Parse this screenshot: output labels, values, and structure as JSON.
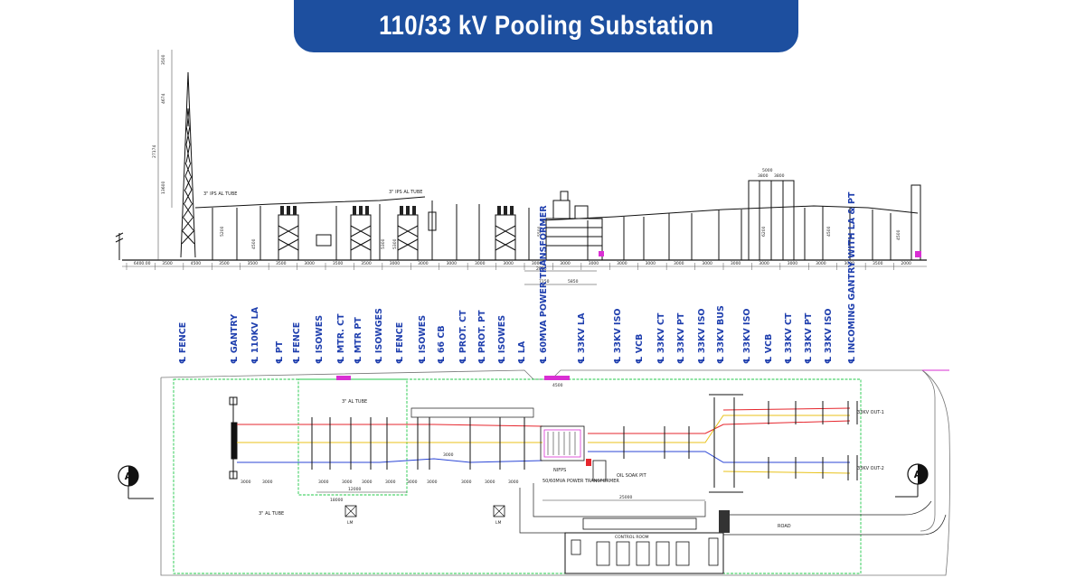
{
  "title": "110/33 kV Pooling Substation",
  "colors": {
    "banner": "#1d4f9f",
    "label": "#1f3fae",
    "fence": "#22c94a",
    "phase_red": "#e6262d",
    "phase_yellow": "#e8c21a",
    "phase_blue": "#2b46d6",
    "accent": "#d92fd3"
  },
  "elevation": {
    "tower_dims": [
      "3500",
      "4674",
      "27174",
      "13600"
    ],
    "tube_notes": [
      "3\" IPS AL TUBE",
      "3\" IPS AL TUBE"
    ],
    "gantry_dims": [
      "5000",
      "3800",
      "3800"
    ],
    "bay_dims": [
      "6400.00",
      "3500",
      "4500",
      "3500",
      "3500",
      "3500",
      "3000",
      "3500",
      "3500",
      "3000",
      "3000",
      "3000",
      "3000",
      "3000",
      "3000",
      "3000",
      "3000",
      "3000",
      "3000",
      "3000",
      "3000",
      "3000",
      "3000",
      "3000",
      "3000",
      "3000",
      "3500",
      "2000"
    ],
    "height_dims": [
      "5200",
      "5500",
      "4500",
      "5300",
      "5300",
      "6200",
      "4500",
      "4500"
    ],
    "sub_dims": [
      "2000",
      "7150",
      "5850"
    ]
  },
  "equipment_labels": [
    "℄ FENCE",
    "℄ GANTRY",
    "℄ 110KV LA",
    "℄ PT",
    "℄ FENCE",
    "℄ ISOWES",
    "℄ MTR. CT",
    "℄ MTR PT",
    "℄ ISOWGES",
    "℄ FENCE",
    "℄ ISOWES",
    "℄ 66 CB",
    "℄ PROT. CT",
    "℄ PROT. PT",
    "℄ ISOWES",
    "℄ LA",
    "℄ 60MVA POWER TRANSFORMER",
    "℄ 33KV LA",
    "℄ 33KV ISO",
    "℄ VCB",
    "℄ 33KV CT",
    "℄ 33KV PT",
    "℄ 33KV ISO",
    "℄ 33KV BUS",
    "℄ 33KV ISO",
    "℄ VCB",
    "℄ 33KV CT",
    "℄ 33KV PT",
    "℄ 33KV ISO",
    "℄ INCOMING GANTRY WITH LA & PT"
  ],
  "plan": {
    "section_marks": [
      "A",
      "A"
    ],
    "tube_top": "3\" AL TUBE",
    "tube_bottom": "3\" AL TUBE",
    "bay_dims": [
      "3000",
      "3000",
      "3000",
      "3000",
      "3000",
      "3000",
      "3000",
      "3000",
      "3000",
      "3000",
      "3000"
    ],
    "total_dim": "12000",
    "total_dim2": "18000",
    "gate_dim": "4500",
    "main_dim": "25000",
    "side_dim": "3000",
    "transformer_note": "50/60MVA POWER TRANSFORMER",
    "nifps_note": "NIFPS",
    "oil_pit_note": "OIL SOAK PIT",
    "road_label": "ROAD",
    "feeder_labels": [
      "33KV OUT-1",
      "33KV OUT-2"
    ],
    "lm_labels": [
      "LM",
      "LM"
    ],
    "control_room_label": "CONTROL ROOM"
  }
}
